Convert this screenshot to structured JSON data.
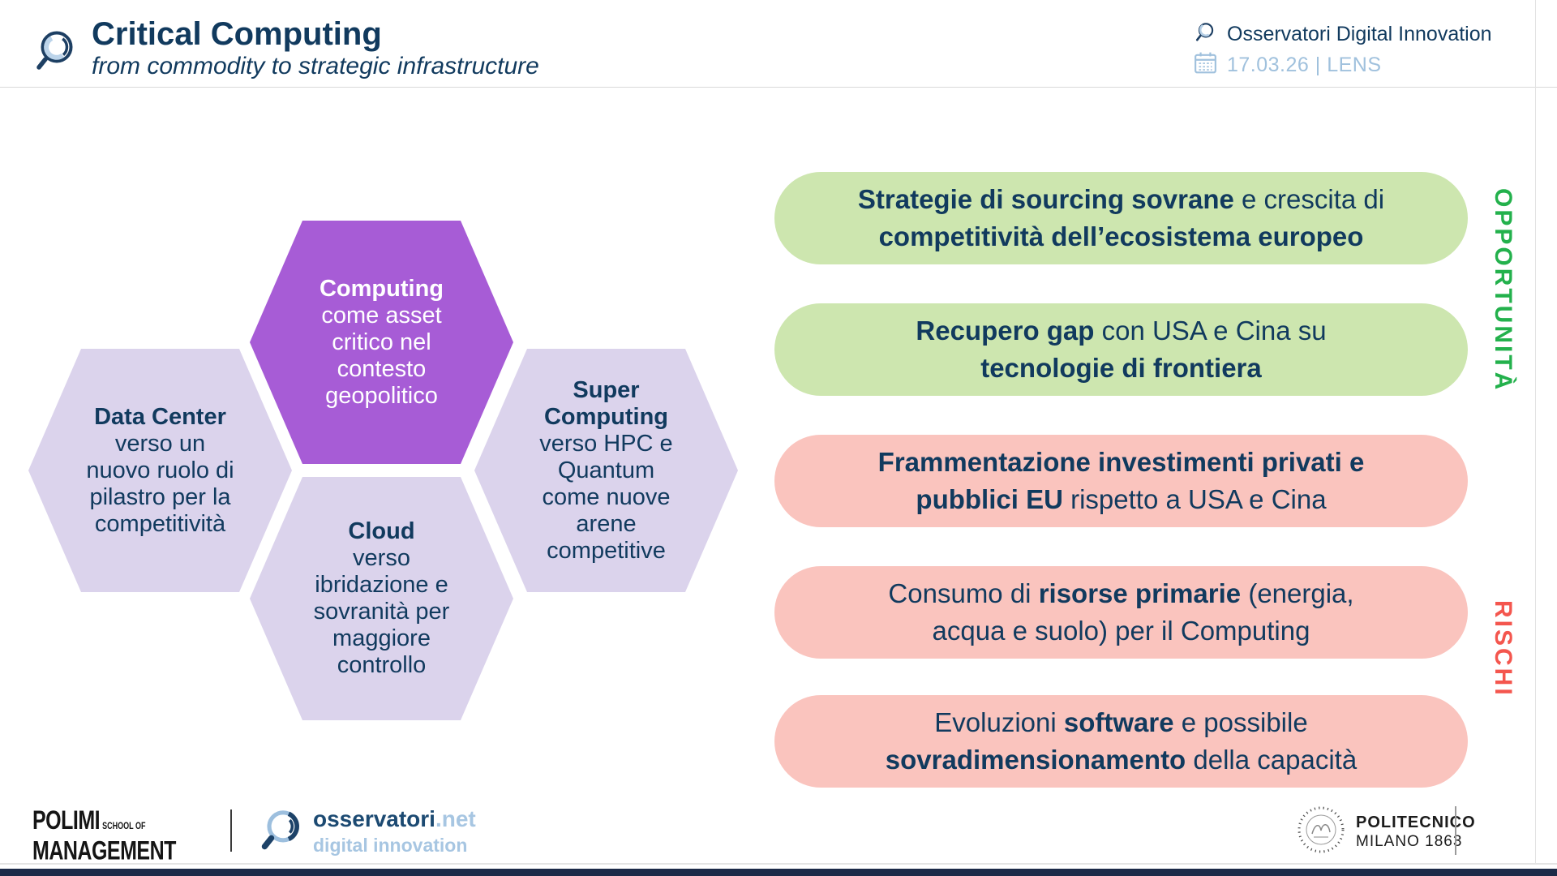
{
  "header": {
    "title": "Critical Computing",
    "subtitle": "from commodity to strategic infrastructure",
    "brand": "Osservatori Digital Innovation",
    "date_lens": "17.03.26 | LENS"
  },
  "hexagons": {
    "computing": {
      "lines": [
        [
          {
            "t": "Computing",
            "b": true
          }
        ],
        [
          {
            "t": "come asset"
          }
        ],
        [
          {
            "t": "critico nel"
          }
        ],
        [
          {
            "t": "contesto"
          }
        ],
        [
          {
            "t": "geopolitico"
          }
        ]
      ]
    },
    "data_center": {
      "lines": [
        [
          {
            "t": "Data Center",
            "b": true
          }
        ],
        [
          {
            "t": "verso un"
          }
        ],
        [
          {
            "t": "nuovo ruolo di"
          }
        ],
        [
          {
            "t": "pilastro per la"
          }
        ],
        [
          {
            "t": "competitività"
          }
        ]
      ]
    },
    "super_computing": {
      "lines": [
        [
          {
            "t": "Super",
            "b": true
          }
        ],
        [
          {
            "t": "Computing",
            "b": true
          }
        ],
        [
          {
            "t": "verso HPC e"
          }
        ],
        [
          {
            "t": "Quantum"
          }
        ],
        [
          {
            "t": "come nuove"
          }
        ],
        [
          {
            "t": "arene"
          }
        ],
        [
          {
            "t": "competitive"
          }
        ]
      ]
    },
    "cloud": {
      "lines": [
        [
          {
            "t": "Cloud",
            "b": true
          }
        ],
        [
          {
            "t": "verso"
          }
        ],
        [
          {
            "t": "ibridazione e"
          }
        ],
        [
          {
            "t": "sovranità per"
          }
        ],
        [
          {
            "t": "maggiore"
          }
        ],
        [
          {
            "t": "controllo"
          }
        ]
      ]
    }
  },
  "pills": [
    {
      "type": "opportunity",
      "lines": [
        [
          {
            "t": "Strategie di sourcing sovrane",
            "b": true
          },
          {
            "t": " e crescita di"
          }
        ],
        [
          {
            "t": "competitività dell’ecosistema europeo",
            "b": true
          }
        ]
      ]
    },
    {
      "type": "opportunity",
      "lines": [
        [
          {
            "t": "Recupero gap",
            "b": true
          },
          {
            "t": " con USA e Cina su"
          }
        ],
        [
          {
            "t": "tecnologie di frontiera",
            "b": true
          }
        ]
      ]
    },
    {
      "type": "risk",
      "lines": [
        [
          {
            "t": "Frammentazione investimenti privati e",
            "b": true
          }
        ],
        [
          {
            "t": "pubblici EU",
            "b": true
          },
          {
            "t": " rispetto a USA e Cina"
          }
        ]
      ]
    },
    {
      "type": "risk",
      "lines": [
        [
          {
            "t": "Consumo di "
          },
          {
            "t": "risorse primarie",
            "b": true
          },
          {
            "t": " (energia,"
          }
        ],
        [
          {
            "t": "acqua e suolo) per il Computing"
          }
        ]
      ]
    },
    {
      "type": "risk",
      "lines": [
        [
          {
            "t": "Evoluzioni "
          },
          {
            "t": "software",
            "b": true
          },
          {
            "t": " e possibile"
          }
        ],
        [
          {
            "t": "sovradimensionamento",
            "b": true
          },
          {
            "t": " della capacità"
          }
        ]
      ]
    }
  ],
  "side_labels": {
    "opportunities": "OPPORTUNITÀ",
    "risks": "RISCHI"
  },
  "footer": {
    "polimi_name": "POLIMI",
    "polimi_school": "SCHOOL OF",
    "polimi_management": "MANAGEMENT",
    "osservatori_name": "osservatori",
    "osservatori_net": ".net",
    "osservatori_tagline": "digital innovation",
    "politecnico_name": "POLITECNICO",
    "politecnico_sub": "MILANO 1863"
  },
  "icons": {
    "header_logo": "magnifier-icon",
    "brand": "magnifier-icon",
    "date": "calendar-icon",
    "osservatori_logo": "magnifier-icon",
    "politecnico_logo": "seal-icon"
  },
  "colors": {
    "purple_dark": "#a75cd6",
    "purple_light": "#dbd3ec",
    "opportunity_fill": "#cde6af",
    "risk_fill": "#fac4be",
    "opportunity_label": "#23b14c",
    "risk_label": "#f4564e",
    "navy": "#113a5e",
    "light_blue": "#a0c1dd",
    "bottom_bar": "#1c2a48"
  }
}
